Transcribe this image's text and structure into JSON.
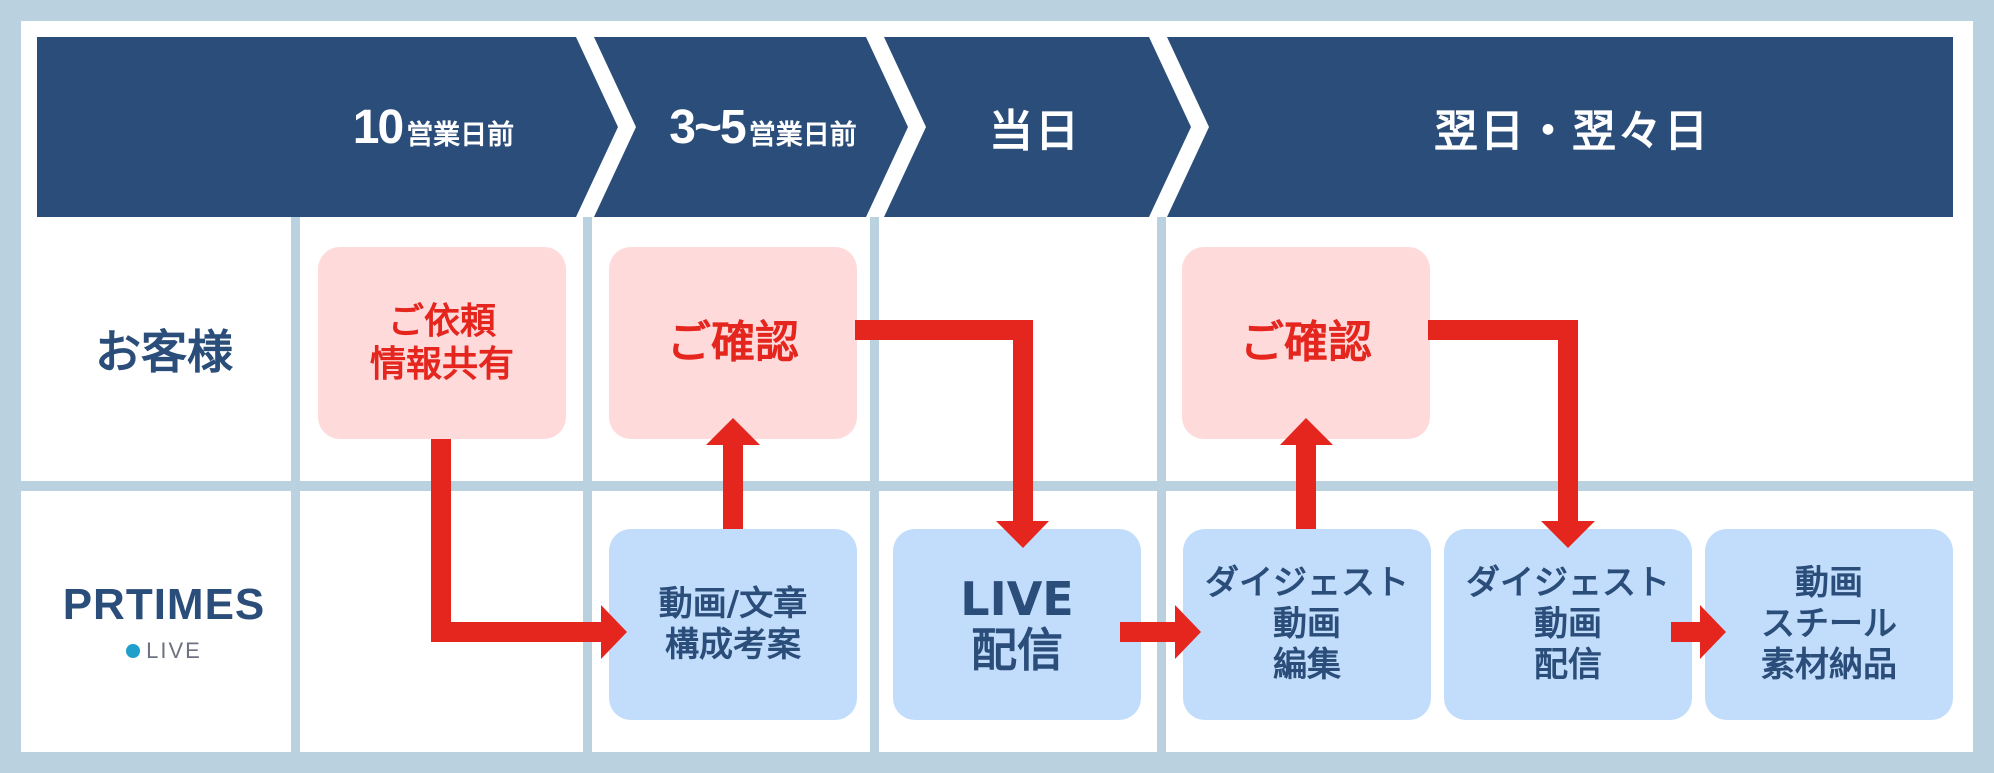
{
  "header": {
    "phases": [
      {
        "number": "10",
        "unit": "営業日前"
      },
      {
        "number": "3~5",
        "unit": "営業日前"
      },
      {
        "label": "当日"
      },
      {
        "label": "翌日・翌々日"
      }
    ]
  },
  "rows": {
    "client": {
      "label": "お客様"
    },
    "provider": {
      "logo": "PRTIMES",
      "sub": "LIVE"
    }
  },
  "steps": {
    "request": "ご依頼\n情報共有",
    "confirm1": "ご確認",
    "confirm2": "ご確認",
    "plan": "動画/文章\n構成考案",
    "live": "LIVE\n配信",
    "digest_edit": "ダイジェスト\n動画\n編集",
    "digest_deliver": "ダイジェスト\n動画\n配信",
    "materials": "動画\nスチール\n素材納品"
  },
  "colors": {
    "header_bg": "#2b4d7a",
    "grid": "#bad2e0",
    "client_box": "#ffdada",
    "client_text": "#e4261f",
    "provider_box": "#c2ddfb",
    "provider_text": "#2b4d7a",
    "arrow": "#e4261f",
    "logo_dot": "#1e9fcc"
  }
}
